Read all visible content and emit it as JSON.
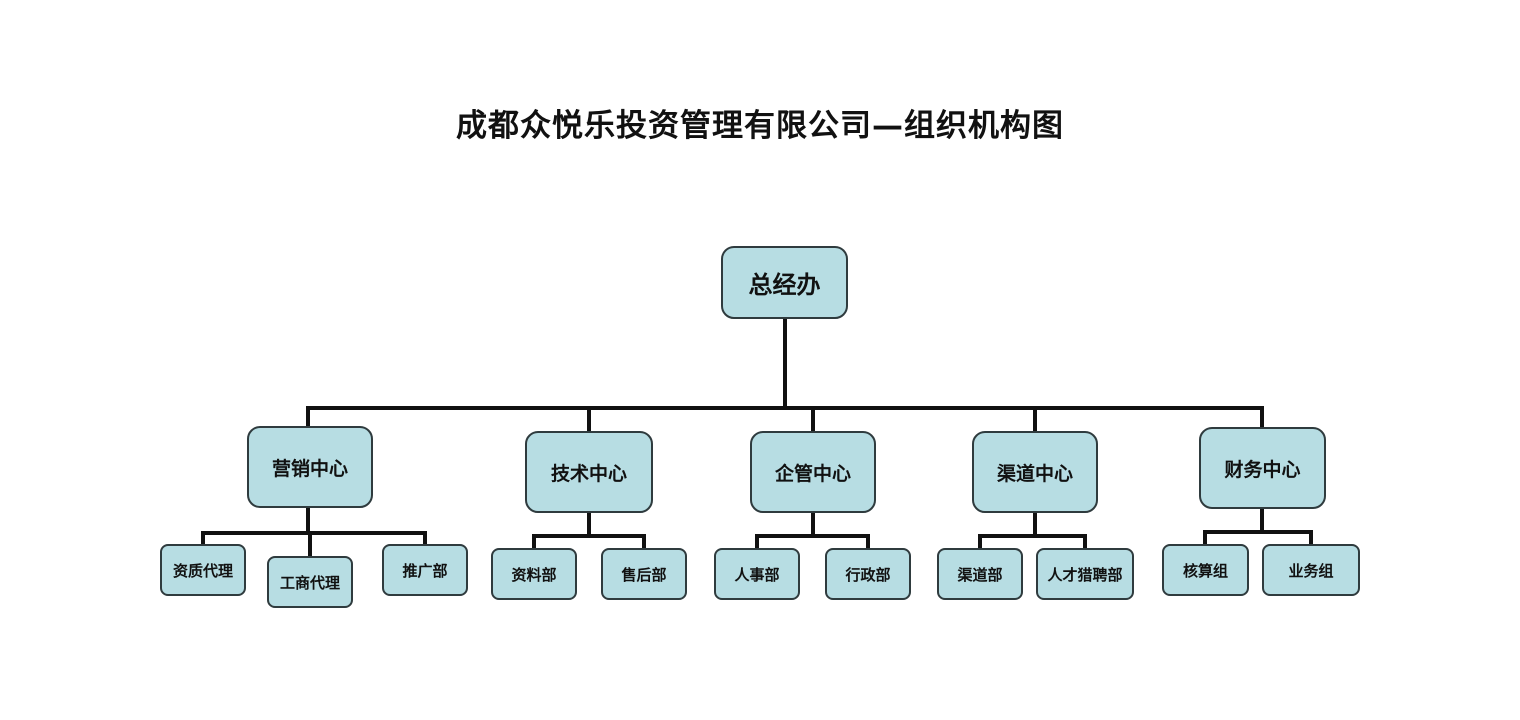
{
  "title": "成都众悦乐投资管理有限公司—组织机构图",
  "colors": {
    "node_fill": "#b7dde3",
    "node_border": "#2f3b3e",
    "line": "#111111"
  },
  "org": {
    "root": "总经办",
    "centers": [
      {
        "label": "营销中心",
        "children": [
          "资质代理",
          "工商代理",
          "推广部"
        ]
      },
      {
        "label": "技术中心",
        "children": [
          "资料部",
          "售后部"
        ]
      },
      {
        "label": "企管中心",
        "children": [
          "人事部",
          "行政部"
        ]
      },
      {
        "label": "渠道中心",
        "children": [
          "渠道部",
          "人才猎聘部"
        ]
      },
      {
        "label": "财务中心",
        "children": [
          "核算组",
          "业务组"
        ]
      }
    ]
  }
}
